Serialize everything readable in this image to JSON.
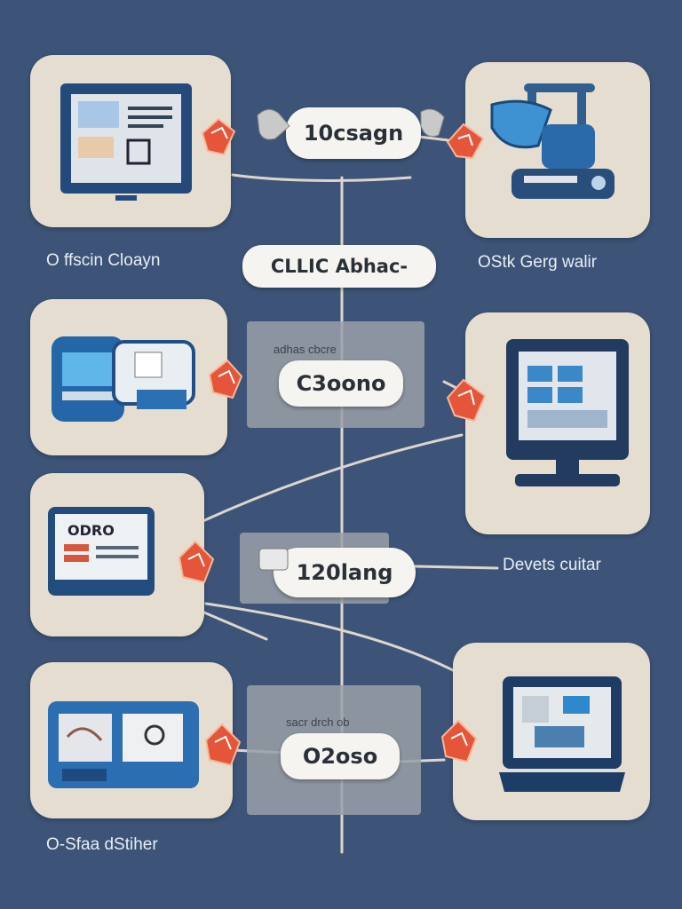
{
  "diagram": {
    "hub_labels": {
      "hub1": "10csagn",
      "hub2": "CLLIC Abhac-",
      "hub3": "C3oono",
      "hub4": "120lang",
      "hub5": "O2oso"
    },
    "box_captions": {
      "box1": "adhas cbcre",
      "box3": "sacr drch ob"
    },
    "side_labels": {
      "left_top": "O ffscin Cloayn",
      "right_top": "OStk Gerg walir",
      "right_mid": "Devets cuitar",
      "left_bottom": "O-Sfaa dStiher"
    },
    "node_screen_text": {
      "left3": "ODRO"
    },
    "colors": {
      "background": "#3d5478",
      "card": "#e6ddd1",
      "connector": "#e0553a",
      "accent": "#2d6fb0"
    },
    "icons": [
      "monitor-document-icon",
      "robot-vacuum-icon",
      "scanner-device-icon",
      "monitor-grid-icon",
      "document-panel-icon",
      "laptop-screen-icon",
      "dual-panel-icon",
      "laptop-device-icon"
    ]
  }
}
